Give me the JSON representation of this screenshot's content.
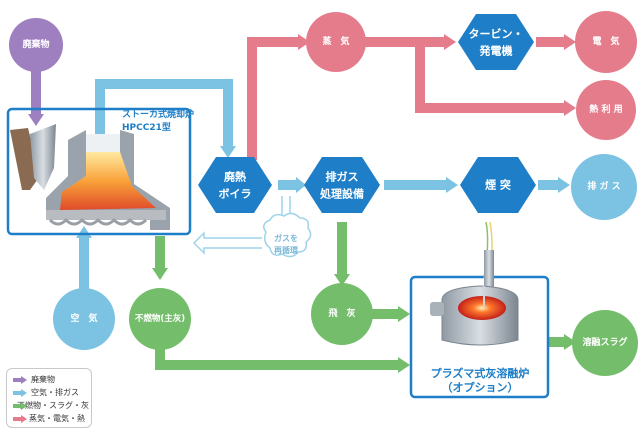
{
  "colors": {
    "purple": "#9e7fc0",
    "lightblue": "#7cc3e3",
    "green": "#74bd6b",
    "pink": "#e57c8b",
    "hexblue": "#1e7fc8",
    "frameblue": "#1e7fc8"
  },
  "nodes": {
    "waste": "廃棄物",
    "air": "空　気",
    "incombustibles": "不燃物(主灰)",
    "fly_ash": "飛　灰",
    "steam": "蒸　気",
    "electricity": "電　気",
    "heat_use": "熱 利 用",
    "exhaust_gas": "排 ガ ス",
    "molten_slag": "溶融スラグ"
  },
  "hexagons": {
    "boiler": [
      "廃熱",
      "ボイラ"
    ],
    "gas_treatment": [
      "排ガス",
      "処理設備"
    ],
    "turbine": [
      "タービン・",
      "発電機"
    ],
    "chimney": "煙 突"
  },
  "incinerator": {
    "title_line1": "ストーカ式焼却炉",
    "title_line2": "HPCC21型"
  },
  "melting_furnace": {
    "title_line1": "プラズマ式灰溶融炉",
    "title_line2": "（オプション）"
  },
  "recirculation": [
    "ガスを",
    "再循環"
  ],
  "legend": [
    {
      "label": "廃棄物",
      "color": "#9e7fc0"
    },
    {
      "label": "空気・排ガス",
      "color": "#7cc3e3"
    },
    {
      "label": "不燃物・スラグ・灰",
      "color": "#74bd6b"
    },
    {
      "label": "蒸気・電気・熱",
      "color": "#e57c8b"
    }
  ]
}
